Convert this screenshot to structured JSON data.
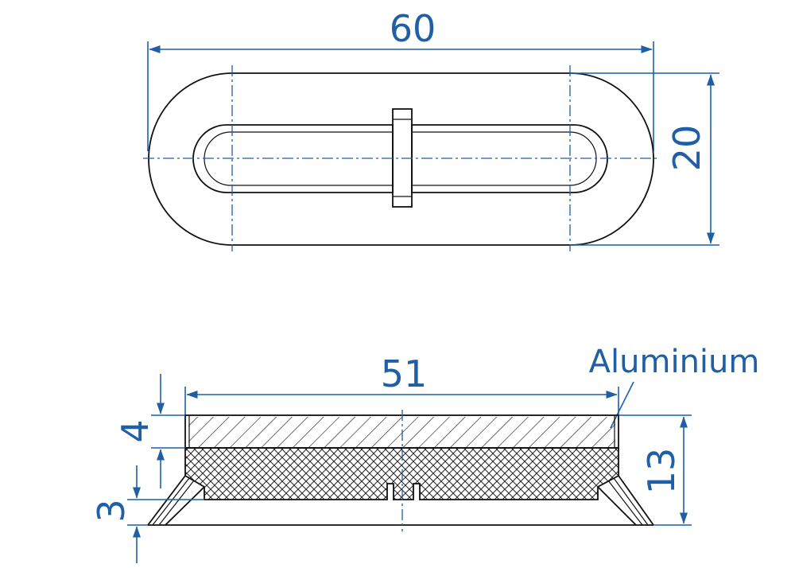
{
  "top_view": {
    "length_label": "60",
    "width_label": "20"
  },
  "side_view": {
    "inner_length_label": "51",
    "material_label": "Aluminium",
    "top_layer_label": "4",
    "height_label": "13",
    "bottom_label": "3"
  },
  "colors": {
    "dimension": "#1f5fa6",
    "outline": "#111111"
  }
}
